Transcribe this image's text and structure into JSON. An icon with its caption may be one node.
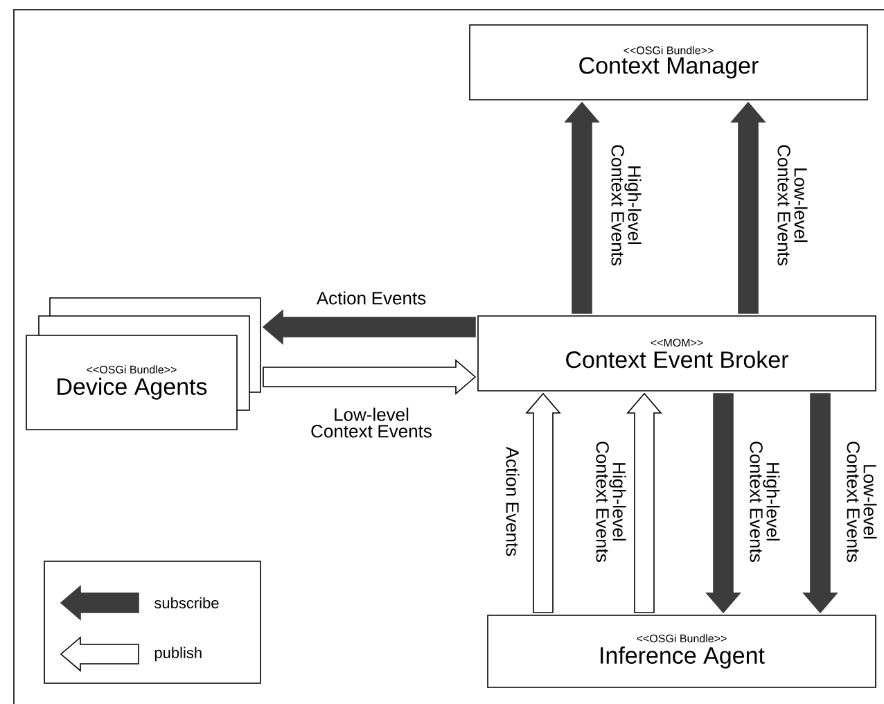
{
  "diagram": {
    "nodes": [
      {
        "text": [
          "<<OSGi Bundle>>",
          "Context Manager"
        ]
      },
      {
        "text": [
          "<<OSGi Bundle>>",
          "Device Agents"
        ]
      },
      {
        "text": [
          "<<MOM>>",
          "Context Event Broker"
        ]
      },
      {
        "text": [
          "<<OSGi Bundle>>",
          "Inference Agent"
        ]
      }
    ],
    "edges": [
      {
        "from": 2,
        "to": 0,
        "arrow": "to",
        "label": "High-level Context Events",
        "color": "#3c3c3c"
      },
      {
        "from": 2,
        "to": 0,
        "arrow": "to",
        "label": "Low-level Context Events",
        "color": "#3c3c3c"
      },
      {
        "from": 2,
        "to": 1,
        "arrow": "to",
        "label": "Action Events",
        "color": "#3c3c3c"
      },
      {
        "from": 1,
        "to": 2,
        "arrow": "to",
        "label": "Low-level Context Events"
      },
      {
        "from": 3,
        "to": 2,
        "arrow": "to",
        "label": "Action Events"
      },
      {
        "from": 3,
        "to": 2,
        "arrow": "to",
        "label": "High-level Context Events"
      },
      {
        "from": 2,
        "to": 3,
        "arrow": "to",
        "label": "High-level Context Events",
        "color": "#3c3c3c"
      },
      {
        "from": 2,
        "to": 3,
        "arrow": "to",
        "label": "Low-level Context Events",
        "color": "#3c3c3c"
      }
    ],
    "legend": [
      {
        "text": "subscribe",
        "color": "#3c3c3c"
      },
      {
        "text": "publish"
      }
    ]
  }
}
